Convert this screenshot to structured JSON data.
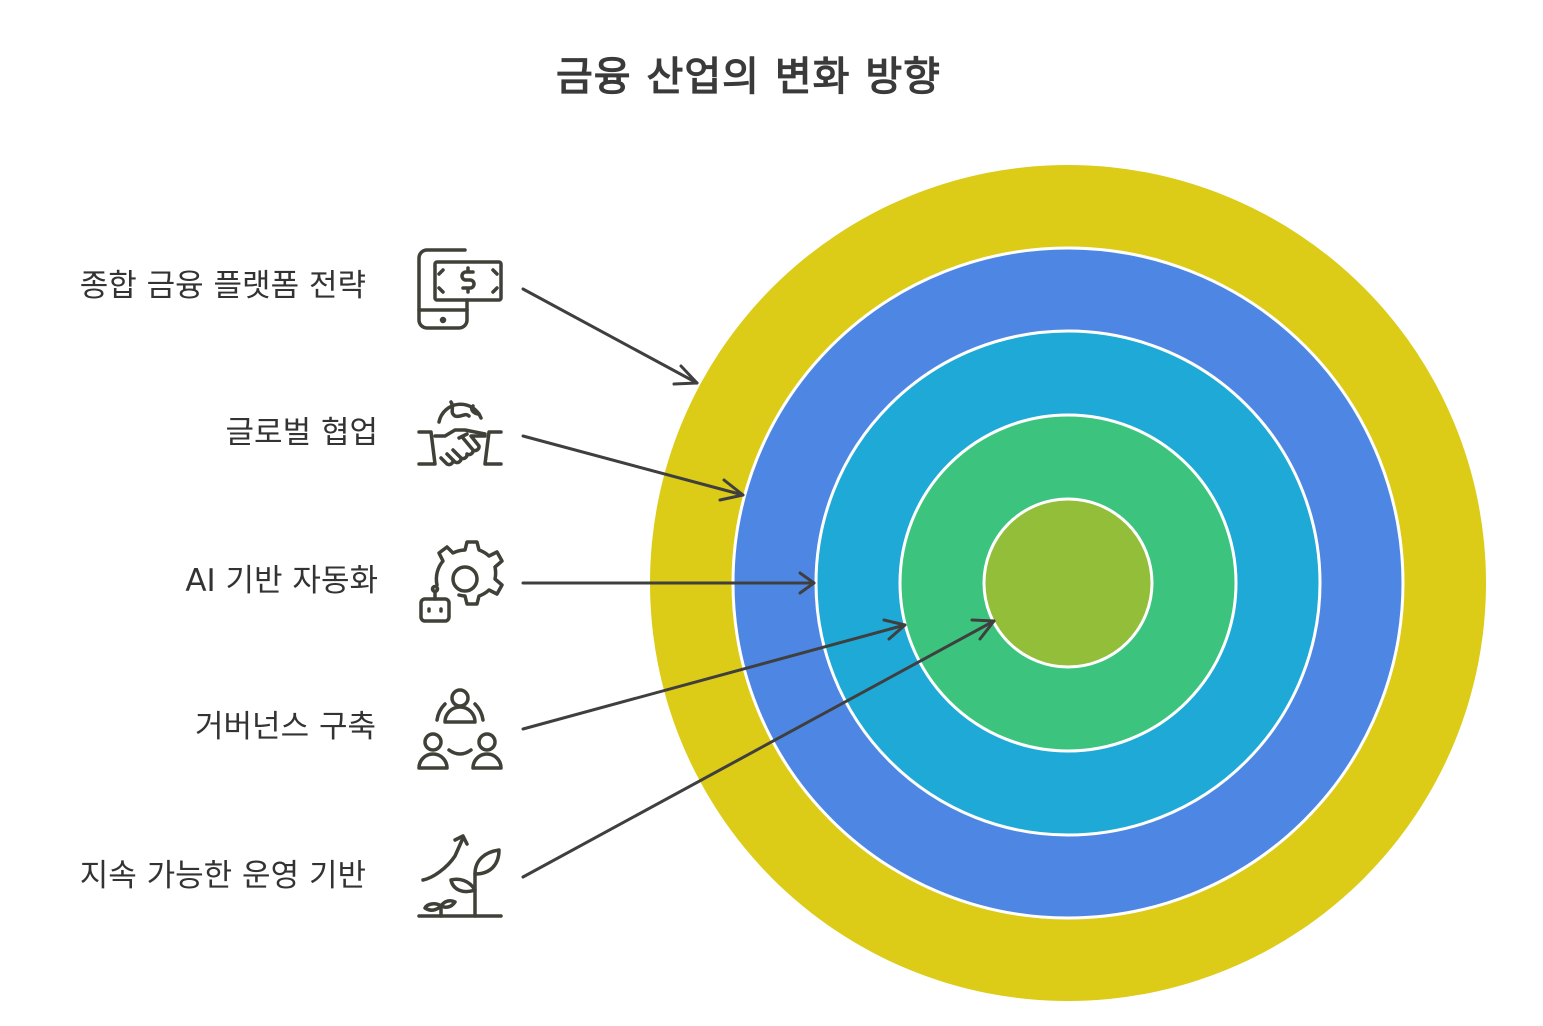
{
  "title": "금융 산업의 변화 방향",
  "colors": {
    "ring_outer": "#dccb17",
    "ring_2": "#4e87e3",
    "ring_3": "#1fa9d6",
    "ring_4": "#3cc47f",
    "ring_center": "#93be3a",
    "arrow": "#3f3f3f",
    "icon_stroke": "#3f4038"
  },
  "items": [
    {
      "label": "종합 금융 플랫폼 전략",
      "icon": "mobile-money-icon"
    },
    {
      "label": "글로벌 협업",
      "icon": "global-handshake-icon"
    },
    {
      "label": "AI 기반 자동화",
      "icon": "robot-gear-icon"
    },
    {
      "label": "거버넌스 구축",
      "icon": "team-network-icon"
    },
    {
      "label": "지속 가능한 운영 기반",
      "icon": "growing-plant-icon"
    }
  ]
}
